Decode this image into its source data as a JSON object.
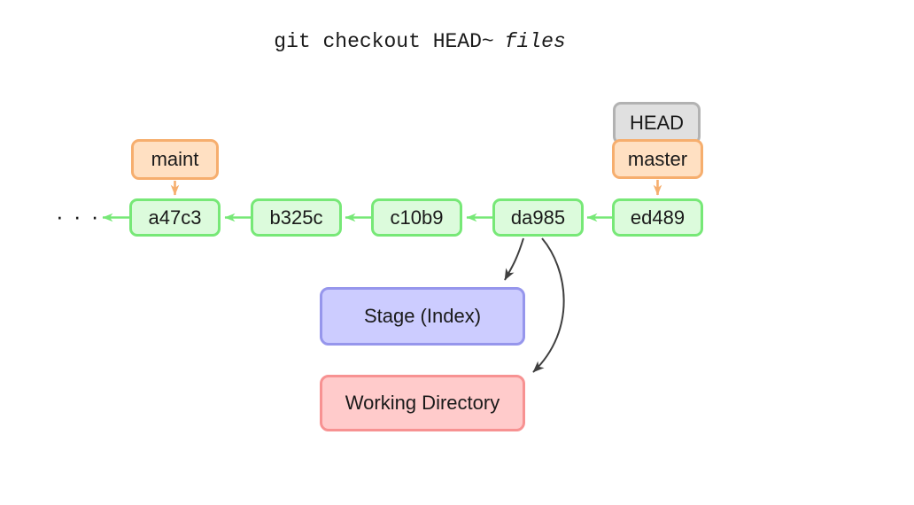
{
  "title": {
    "command": "git checkout HEAD~",
    "argument": "files"
  },
  "graph": {
    "ellipsis": "· · ·",
    "commits": [
      {
        "id": "a47c3"
      },
      {
        "id": "b325c"
      },
      {
        "id": "c10b9"
      },
      {
        "id": "da985"
      },
      {
        "id": "ed489"
      }
    ],
    "head_label": "HEAD",
    "branch_labels": [
      {
        "label": "maint",
        "points_to": "a47c3"
      },
      {
        "label": "master",
        "points_to": "ed489"
      }
    ]
  },
  "areas": {
    "stage": {
      "label": "Stage (Index)"
    },
    "working": {
      "label": "Working Directory"
    }
  },
  "colors": {
    "commit_fill": "#dcfbdc",
    "commit_border": "#77e877",
    "branch_fill": "#ffe0c2",
    "branch_border": "#f6ae6e",
    "head_fill": "#e0e0e0",
    "head_border": "#b2b2b2",
    "stage_fill": "#ccccff",
    "stage_border": "#9696ec",
    "working_fill": "#ffcbcb",
    "working_border": "#f79292",
    "dark_arrow": "#3f3f3f",
    "text": "#1a1a1a"
  }
}
